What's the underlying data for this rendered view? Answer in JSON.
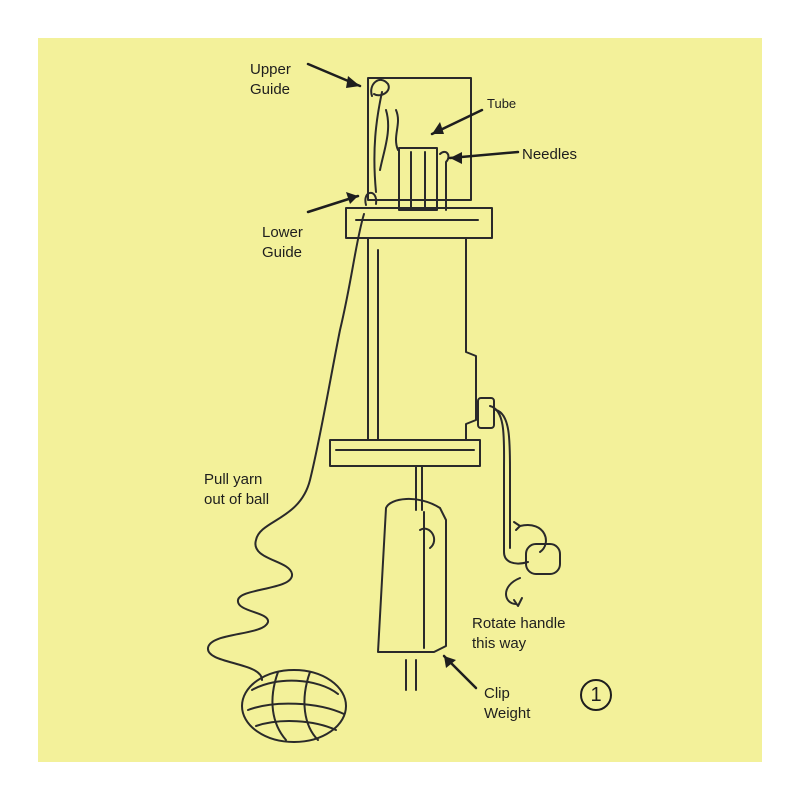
{
  "labels": {
    "upper_guide": [
      "Upper",
      "Guide"
    ],
    "tube": "Tube",
    "needles": "Needles",
    "lower_guide": [
      "Lower",
      "Guide"
    ],
    "pull_yarn": [
      "Pull yarn",
      "out of ball"
    ],
    "rotate_handle": [
      "Rotate handle",
      "this way"
    ],
    "clip_weight": [
      "Clip",
      "Weight"
    ]
  },
  "step_number": "1",
  "colors": {
    "background": "#f3f19a",
    "ink": "#1e1e1e"
  }
}
